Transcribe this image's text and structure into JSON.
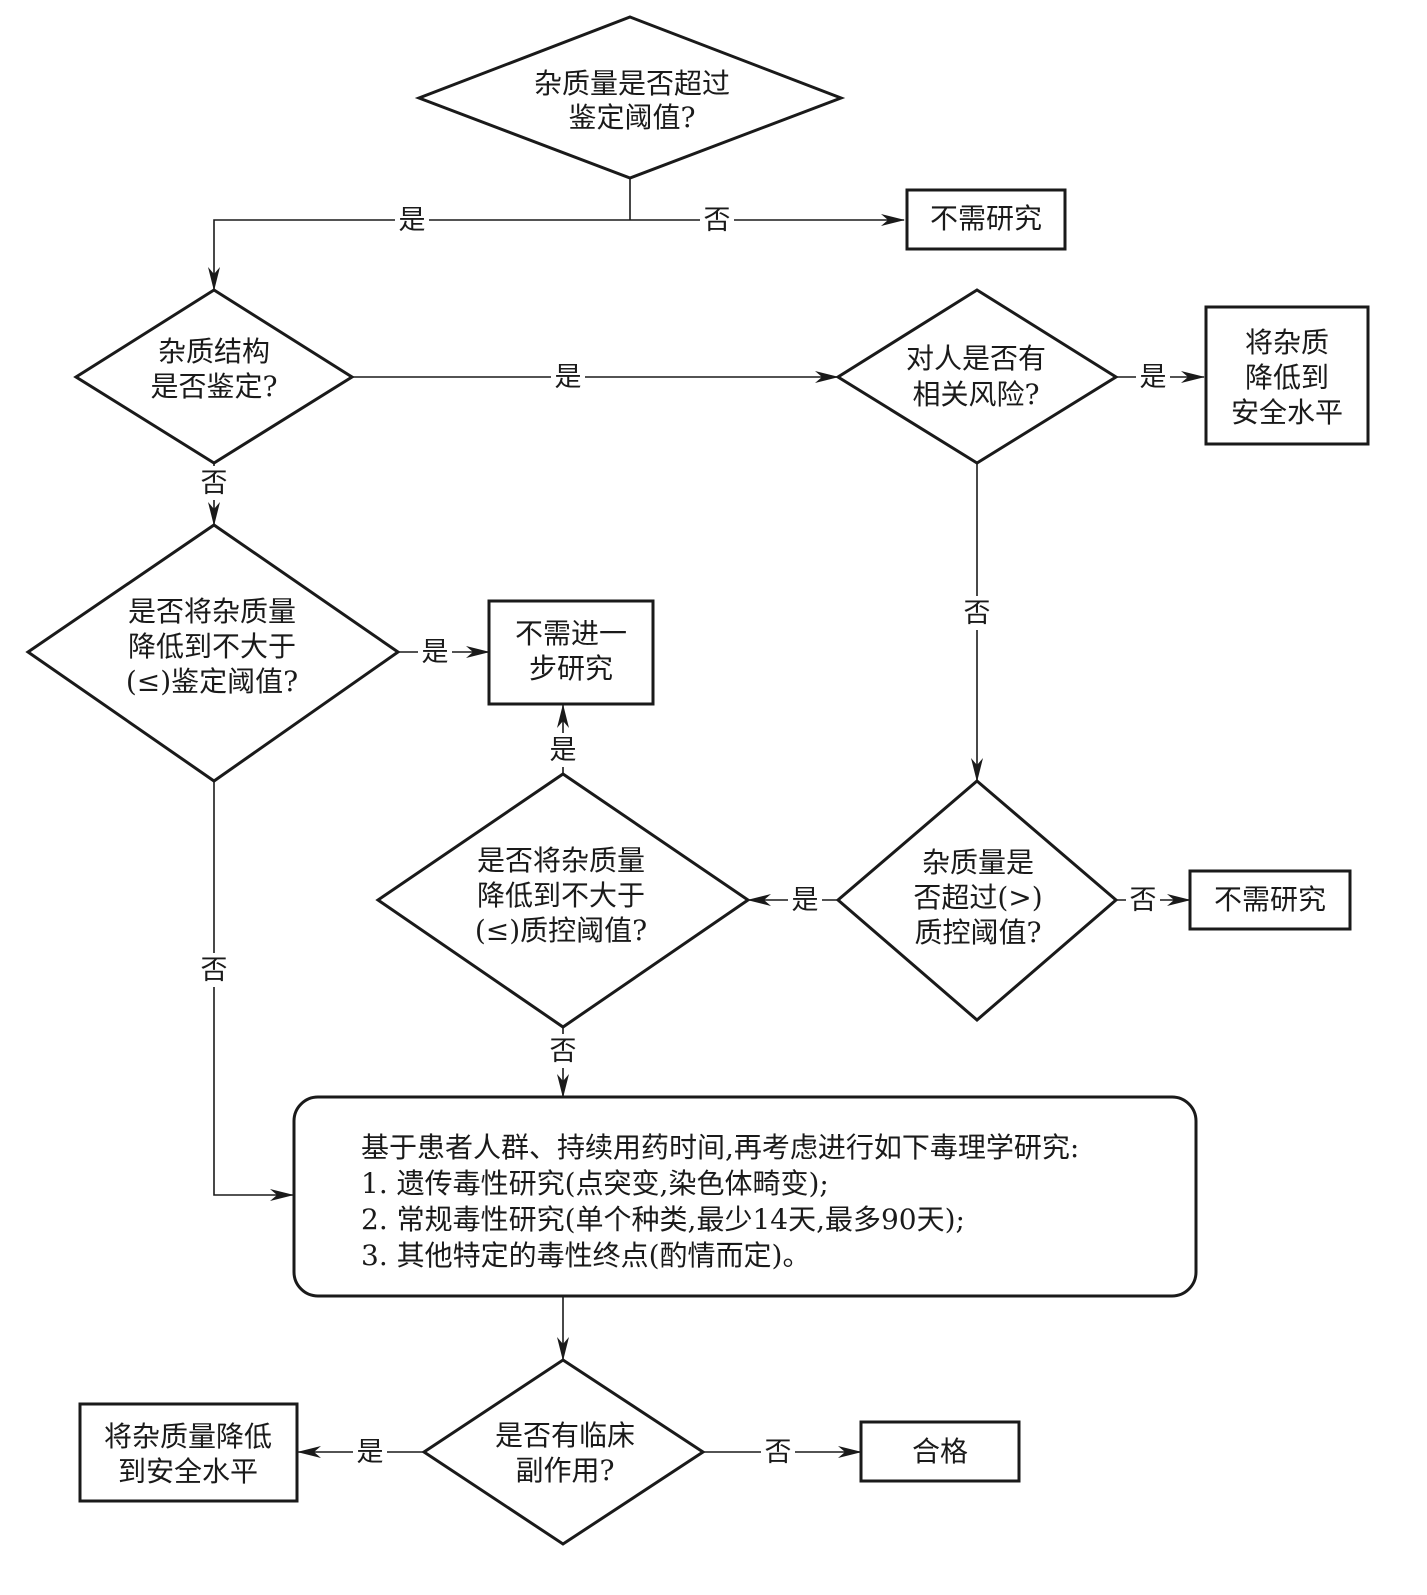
{
  "nodes": {
    "d1": [
      "杂质量是否超过",
      "鉴定阈值?"
    ],
    "r1": [
      "不需研究"
    ],
    "d2": [
      "杂质结构",
      "是否鉴定?"
    ],
    "d3": [
      "对人是否有",
      "相关风险?"
    ],
    "r2": [
      "将杂质",
      "降低到",
      "安全水平"
    ],
    "d4": [
      "是否将杂质量",
      "降低到不大于",
      "(≤)鉴定阈值?"
    ],
    "r3": [
      "不需进一",
      "步研究"
    ],
    "d5": [
      "是否将杂质量",
      "降低到不大于",
      "(≤)质控阈值?"
    ],
    "d6": [
      "杂质量是",
      "否超过(>)",
      "质控阈值?"
    ],
    "r4": [
      "不需研究"
    ],
    "box": [
      "基于患者人群、持续用药时间,再考虑进行如下毒理学研究:",
      "1. 遗传毒性研究(点突变,染色体畸变);",
      "2. 常规毒性研究(单个种类,最少14天,最多90天);",
      "3. 其他特定的毒性终点(酌情而定)。"
    ],
    "d7": [
      "是否有临床",
      "副作用?"
    ],
    "r5": [
      "将杂质量降低",
      "到安全水平"
    ],
    "r6": [
      "合格"
    ]
  },
  "labels": {
    "yes": "是",
    "no": "否"
  }
}
